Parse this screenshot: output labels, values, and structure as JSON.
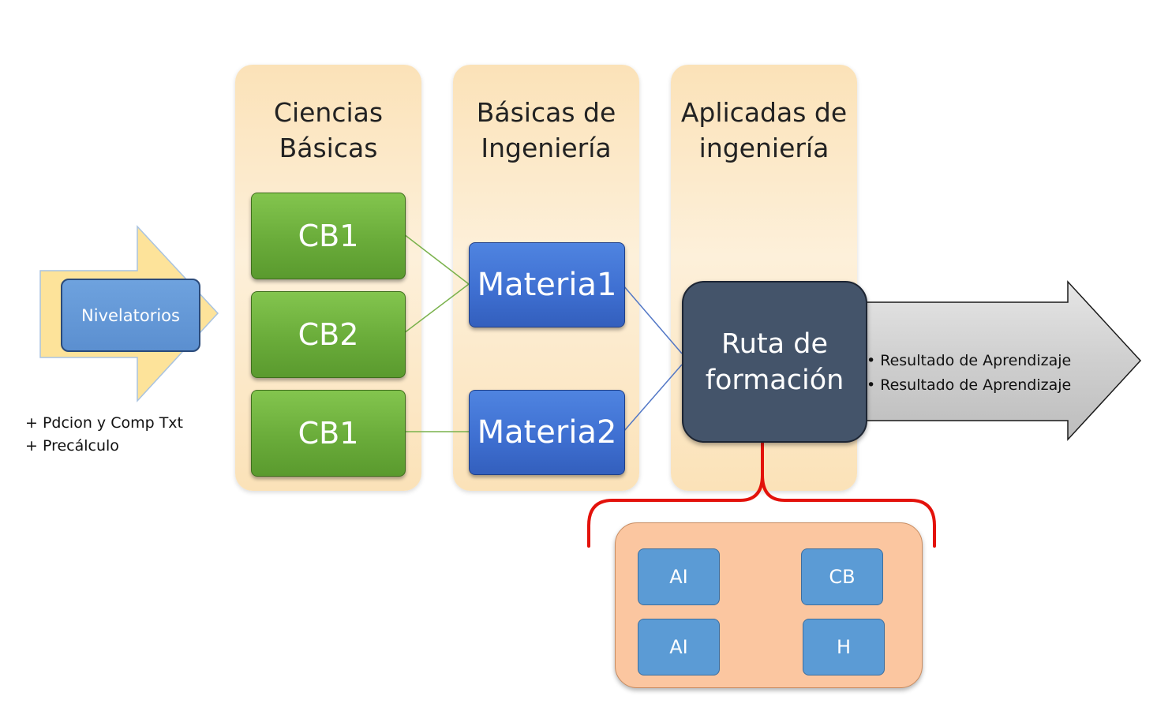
{
  "columns": [
    {
      "title": "Ciencias\nBásicas"
    },
    {
      "title": "Básicas de\nIngeniería"
    },
    {
      "title": "Aplicadas de\ningeniería"
    }
  ],
  "entry": {
    "label": "Nivelatorios"
  },
  "notes": [
    "+ Pdcion y Comp Txt",
    "+ Precálculo"
  ],
  "cb_boxes": [
    "CB1",
    "CB2",
    "CB1"
  ],
  "materias": [
    "Materia1",
    "Materia2"
  ],
  "ruta": {
    "label": "Ruta de\nformación"
  },
  "results": [
    "Resultado de Aprendizaje",
    "Resultado de Aprendizaje"
  ],
  "components": [
    "AI",
    "CB",
    "AI",
    "H"
  ],
  "colors": {
    "green": "#6aac3a",
    "blue": "#3f70d2",
    "dark": "#44546a",
    "brace": "#e3120b",
    "panel": "#fbc6a0",
    "column": "#fbe2b8"
  }
}
